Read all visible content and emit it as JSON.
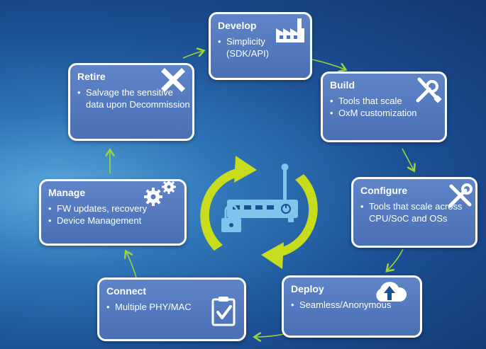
{
  "cards": {
    "develop": {
      "title": "Develop",
      "items": [
        "Simplicity (SDK/API)"
      ]
    },
    "build": {
      "title": "Build",
      "items": [
        "Tools that scale",
        "OxM customization"
      ]
    },
    "configure": {
      "title": "Configure",
      "items": [
        "Tools that scale across CPU/SoC and OSs"
      ]
    },
    "deploy": {
      "title": "Deploy",
      "items": [
        "Seamless/Anonymous"
      ]
    },
    "connect": {
      "title": "Connect",
      "items": [
        "Multiple PHY/MAC"
      ]
    },
    "manage": {
      "title": "Manage",
      "items": [
        "FW updates, recovery",
        "Device Management"
      ]
    },
    "retire": {
      "title": "Retire",
      "items": [
        "Salvage the sensitive data upon Decommission"
      ]
    }
  },
  "icons": {
    "develop": "factory-icon",
    "build": "wrench-screwdriver-icon",
    "configure": "tools-icon",
    "deploy": "cloud-upload-icon",
    "connect": "clipboard-check-icon",
    "manage": "gears-icon",
    "retire": "x-icon",
    "center": "secure-device-icon"
  },
  "colors": {
    "cycle_arrow": "#c8dc1e",
    "connector_arrow": "#9ad43a",
    "card_fill": "#4f74b9",
    "background": "#1c4f93"
  }
}
